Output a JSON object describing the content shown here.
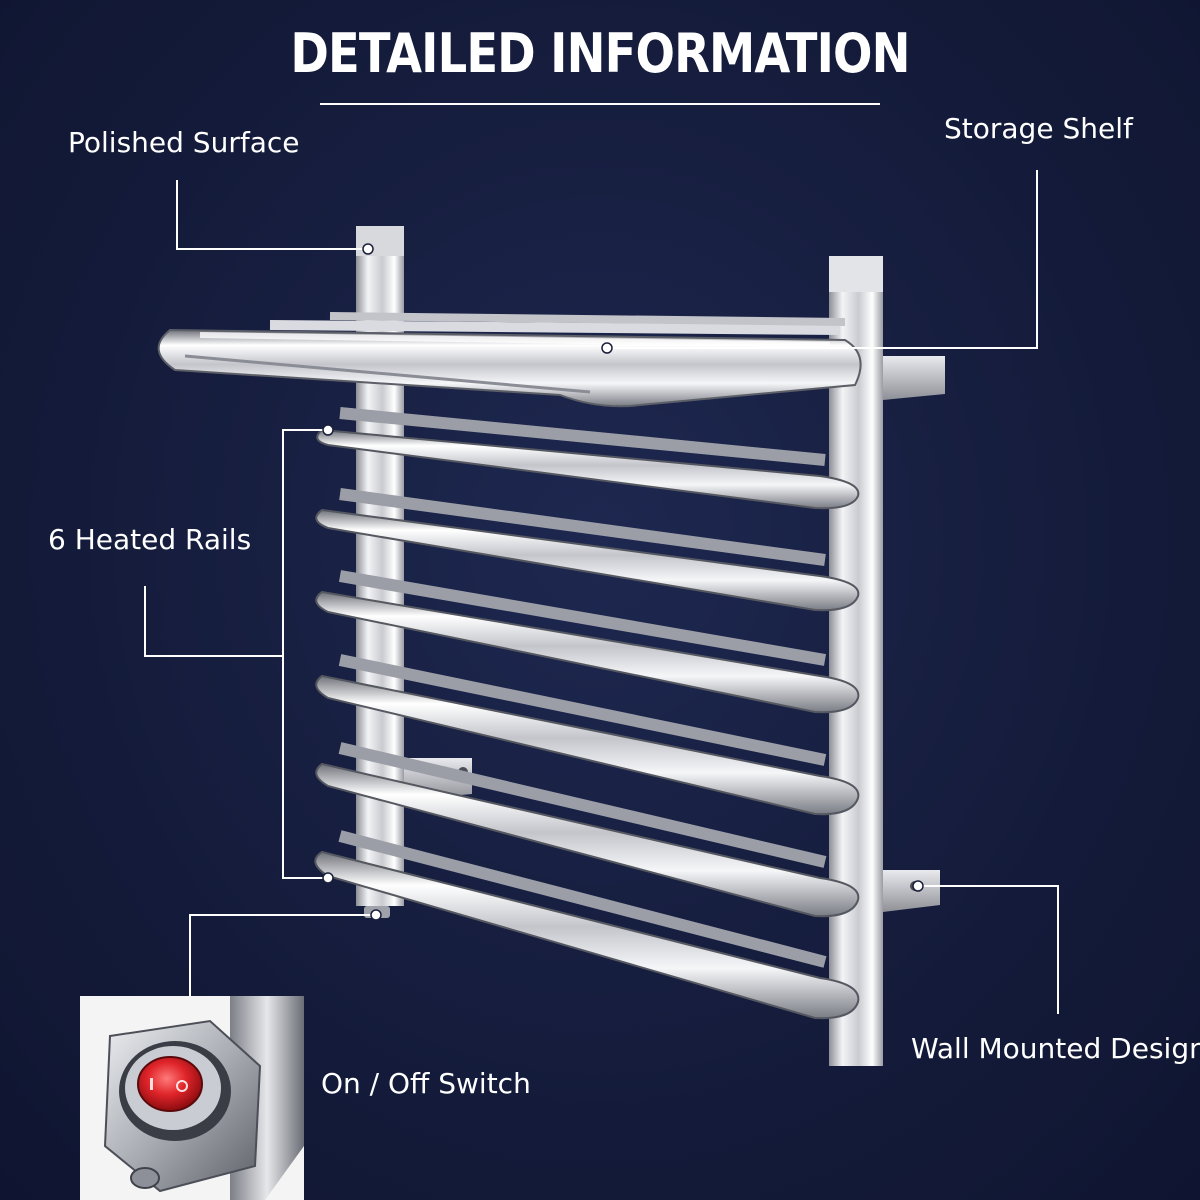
{
  "header": {
    "title": "DETAILED INFORMATION"
  },
  "callouts": {
    "polished_surface": "Polished Surface",
    "storage_shelf": "Storage Shelf",
    "heated_rails": "6 Heated Rails",
    "wall_mounted": "Wall Mounted Design",
    "on_off_switch": "On / Off Switch"
  },
  "colors": {
    "background": "#131a36",
    "text": "#ffffff",
    "leader_line": "#ffffff",
    "switch_red": "#e0252a"
  },
  "icons": {
    "switch_close_up": "red-rocker-switch-icon"
  }
}
